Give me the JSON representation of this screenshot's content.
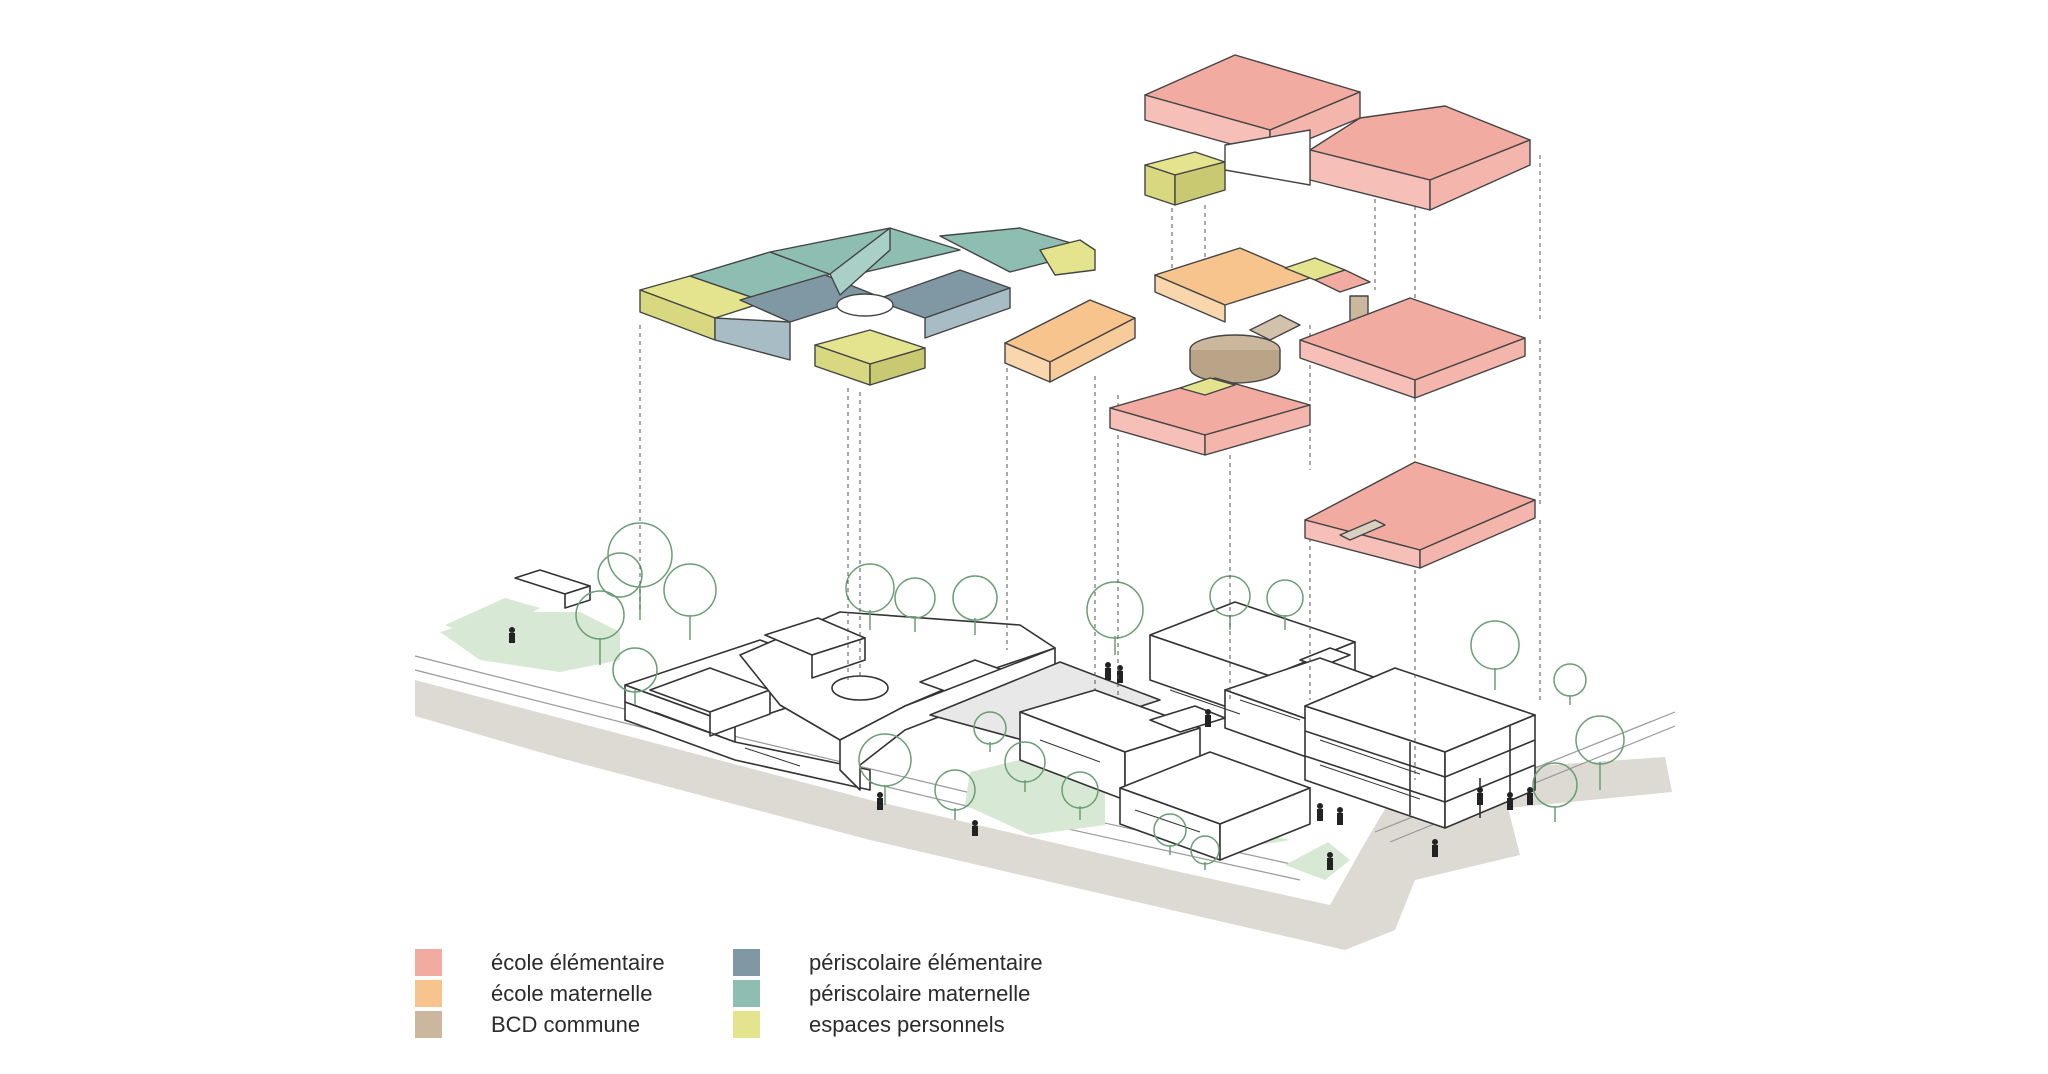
{
  "diagram": {
    "programs": [
      {
        "id": "ecole-elementaire",
        "label": "école élémentaire",
        "color": "#f2aba1"
      },
      {
        "id": "ecole-maternelle",
        "label": "école maternelle",
        "color": "#f6c48c"
      },
      {
        "id": "bcd-commune",
        "label": "BCD commune",
        "color": "#cbb79e"
      },
      {
        "id": "periscolaire-elementaire",
        "label": "périscolaire élémentaire",
        "color": "#7f98a3"
      },
      {
        "id": "periscolaire-maternelle",
        "label": "périscolaire maternelle",
        "color": "#8ebdb2"
      },
      {
        "id": "espaces-personnels",
        "label": "espaces personnels",
        "color": "#e4e48e"
      }
    ],
    "colors": {
      "line": "#333333",
      "road": "#dddad3",
      "lawn": "#d7e8d4",
      "tree": "#6a9e74",
      "people": "#222222"
    }
  }
}
